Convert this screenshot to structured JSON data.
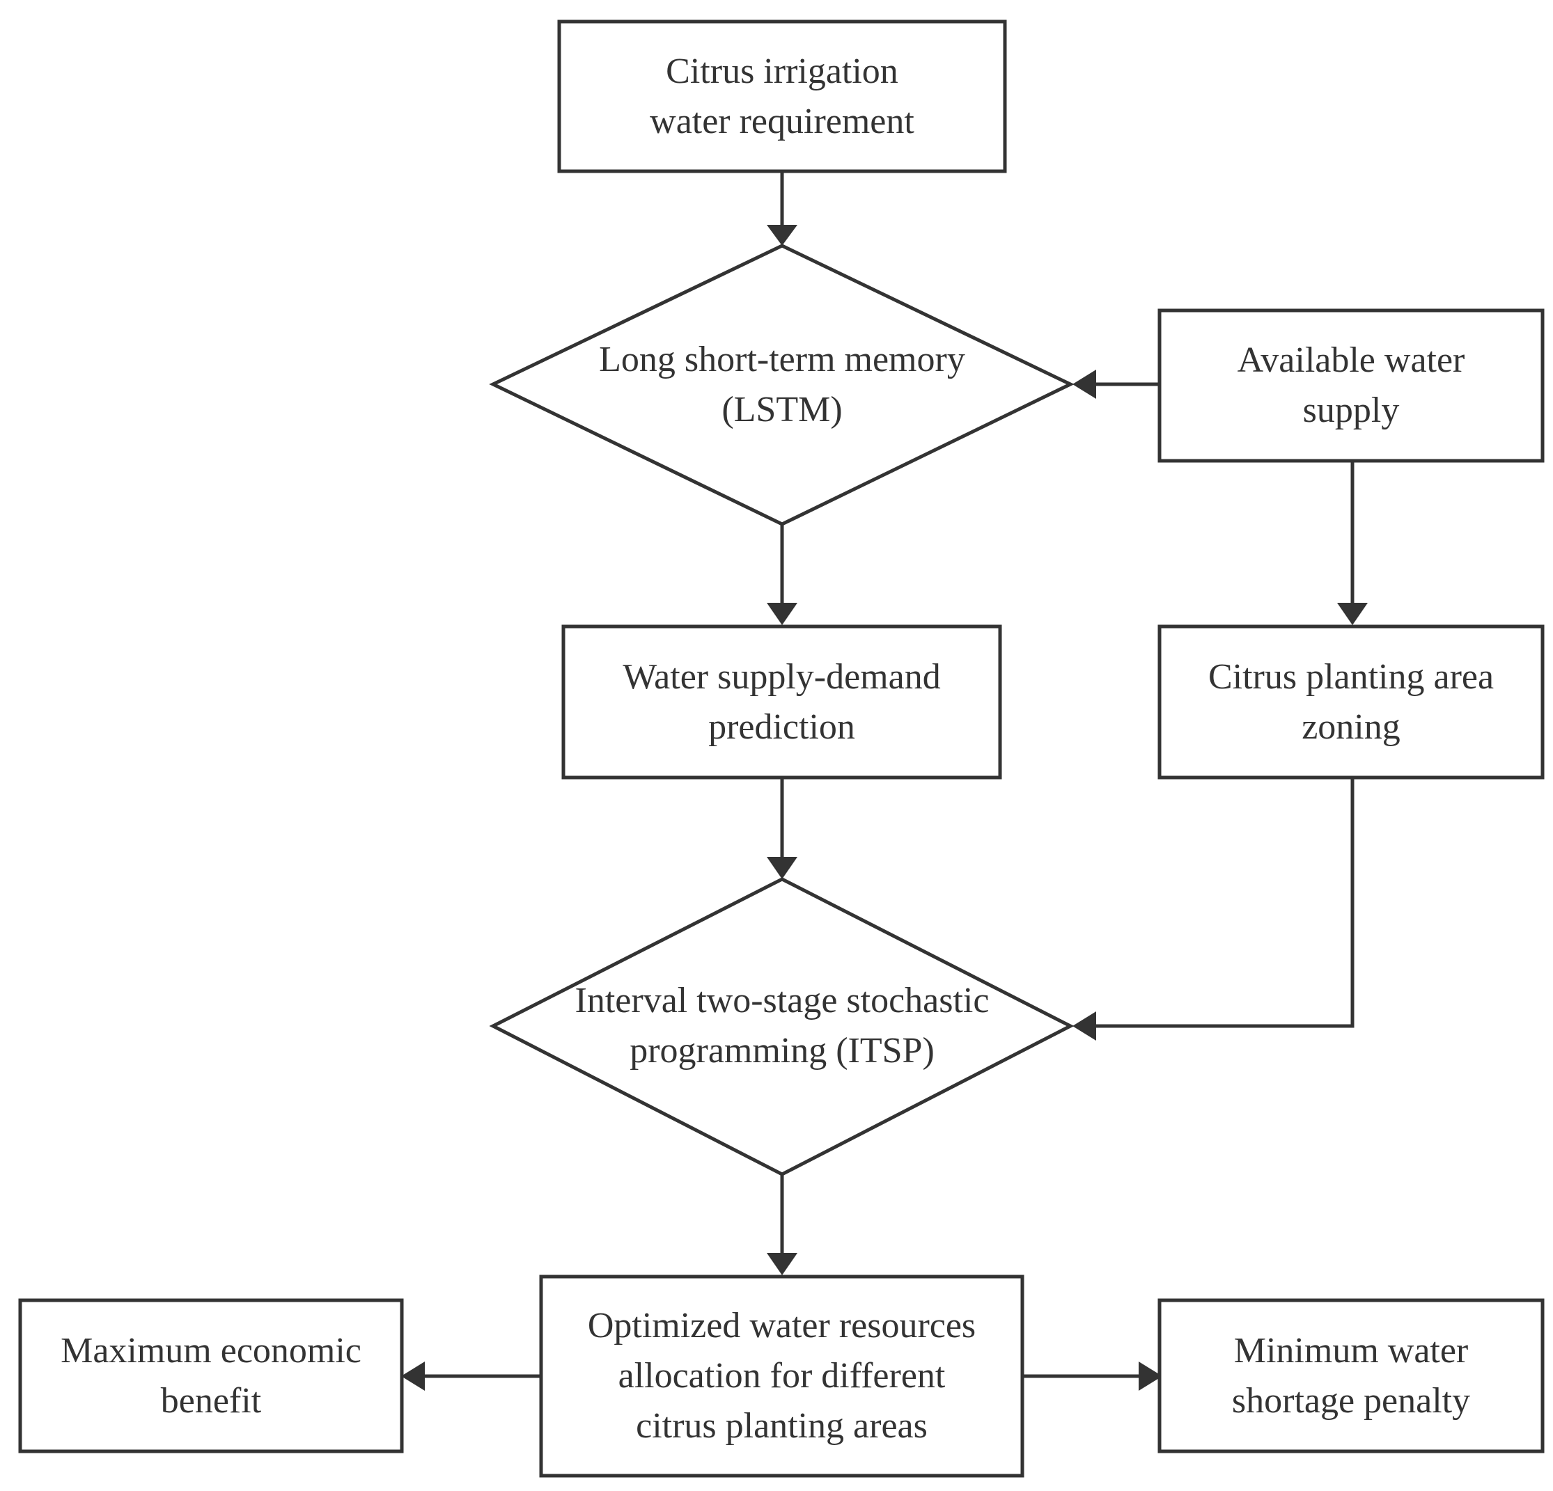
{
  "colors": {
    "stroke": "#333333",
    "background": "#ffffff",
    "text": "#333333"
  },
  "nodes": {
    "citrus_irrigation": {
      "shape": "rectangle",
      "label": "Citrus irrigation\nwater requirement"
    },
    "lstm": {
      "shape": "diamond",
      "label": "Long short-term memory\n(LSTM)"
    },
    "available_water": {
      "shape": "rectangle",
      "label": "Available water\nsupply"
    },
    "supply_demand": {
      "shape": "rectangle",
      "label": "Water supply-demand\nprediction"
    },
    "planting_zoning": {
      "shape": "rectangle",
      "label": "Citrus planting area\nzoning"
    },
    "itsp": {
      "shape": "diamond",
      "label": "Interval two-stage stochastic\nprogramming (ITSP)"
    },
    "optimized_allocation": {
      "shape": "rectangle",
      "label": "Optimized water resources\nallocation for different\ncitrus planting areas"
    },
    "max_benefit": {
      "shape": "rectangle",
      "label": "Maximum economic\nbenefit"
    },
    "min_penalty": {
      "shape": "rectangle",
      "label": "Minimum water\nshortage penalty"
    }
  },
  "edges": [
    {
      "from": "citrus_irrigation",
      "to": "lstm"
    },
    {
      "from": "available_water",
      "to": "lstm"
    },
    {
      "from": "lstm",
      "to": "supply_demand"
    },
    {
      "from": "available_water",
      "to": "planting_zoning"
    },
    {
      "from": "supply_demand",
      "to": "itsp"
    },
    {
      "from": "planting_zoning",
      "to": "itsp"
    },
    {
      "from": "itsp",
      "to": "optimized_allocation"
    },
    {
      "from": "optimized_allocation",
      "to": "max_benefit"
    },
    {
      "from": "optimized_allocation",
      "to": "min_penalty"
    }
  ]
}
